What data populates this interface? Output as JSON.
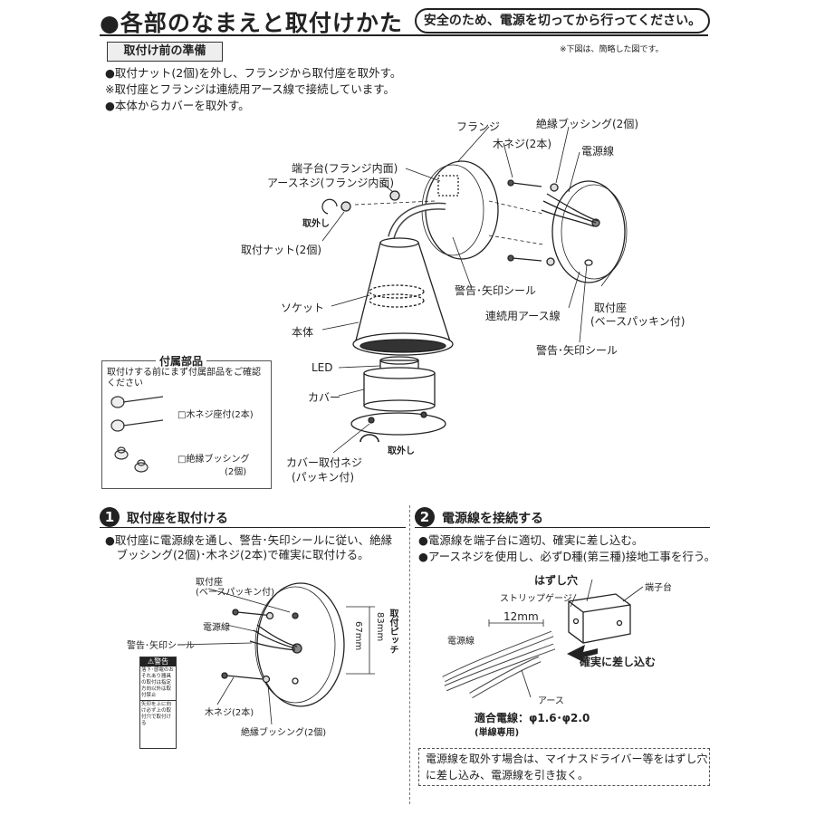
{
  "header": {
    "title": "●各部のなまえと取付けかた",
    "safety_note": "安全のため、電源を切ってから行ってください。",
    "prep_label": "取付け前の準備",
    "simplified_note": "※下図は、簡略した図です。"
  },
  "prep_steps": [
    "●取付ナット(2個)を外し、フランジから取付座を取外す。",
    "※取付座とフランジは連続用アース線で接続しています。",
    "●本体からカバーを取外す。"
  ],
  "main_diagram": {
    "flange": "フランジ",
    "terminal_block_inner": "端子台(フランジ内面)",
    "earth_screw_inner": "アースネジ(フランジ内面)",
    "remove": "取外し",
    "mount_nut": "取付ナット(2個)",
    "socket": "ソケット",
    "body": "本体",
    "led": "LED",
    "cover": "カバー",
    "cover_screw_1": "カバー取付ネジ",
    "cover_screw_2": "(パッキン付)",
    "remove_cover": "取外し",
    "insulating_bushing": "絶縁ブッシング(2個)",
    "wood_screw": "木ネジ(2本)",
    "power_wire": "電源線",
    "warning_seal_1": "警告･矢印シール",
    "continuous_earth": "連続用アース線",
    "mount_base_1": "取付座",
    "mount_base_2": "(ベースパッキン付)",
    "warning_seal_2": "警告･矢印シール"
  },
  "accessories": {
    "title": "付属部品",
    "instruction": "取付けする前にまず付属部品をご確認ください",
    "wood_screw": "□木ネジ座付(2本)",
    "bushing": "□絶縁ブッシング",
    "bushing_count": "(2個)"
  },
  "step1": {
    "number": "1",
    "title": "取付座を取付ける",
    "lines": [
      "●取付座に電源線を通し、警告･矢印シールに従い、絶縁",
      "　ブッシング(2個)･木ネジ(2本)で確実に取付ける。"
    ],
    "mount_base_1": "取付座",
    "mount_base_2": "(ベースパッキン付)",
    "power_wire": "電源線",
    "warning_seal": "警告･矢印シール",
    "wood_screw": "木ネジ(2本)",
    "bushing": "絶縁ブッシング(2個)",
    "dimension": "67mm",
    "pitch_label": "取付ピッチ",
    "pitch_value": "83mm",
    "warning_card": {
      "title": "⚠警告",
      "body": "落下･感電のおそれあり器具の取付は指定方向以外は取付禁止",
      "arrow_note": "矢印を上に向け必ず上の取付穴で取付ける"
    }
  },
  "step2": {
    "number": "2",
    "title": "電源線を接続する",
    "lines": [
      "●電源線を端子台に適切、確実に差し込む。",
      "●アースネジを使用し、必ずD種(第三種)接地工事を行う。"
    ],
    "release_hole": "はずし穴",
    "terminal_block": "端子台",
    "strip_gauge": "ストリップゲージ",
    "strip_length": "12mm",
    "power_wire": "電源線",
    "insert": "確実に差し込む",
    "earth": "アース",
    "applicable_wire": "適合電線：φ1.6･φ2.0",
    "single_wire": "(単線専用)",
    "removal_note": "電源線を取外す場合は、マイナスドライバー等をはずし穴に差し込み、電源線を引き抜く。"
  }
}
